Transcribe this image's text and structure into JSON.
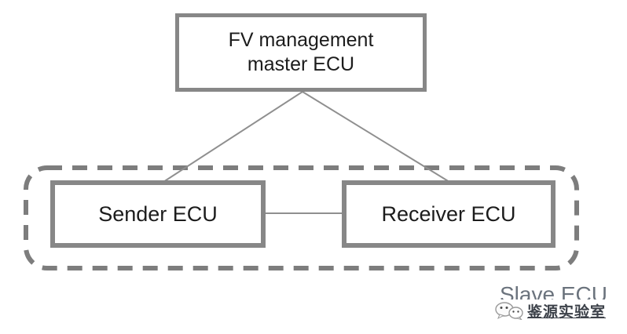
{
  "diagram": {
    "nodes": {
      "master": {
        "line1": "FV management",
        "line2": "master ECU"
      },
      "sender": {
        "label": "Sender ECU"
      },
      "receiver": {
        "label": "Receiver ECU"
      }
    },
    "group": {
      "label": "Slave ECU"
    },
    "watermark": {
      "text": "鉴源实验室",
      "icon": "wechat-icon"
    },
    "colors": {
      "box_border": "#878787",
      "connector_line": "#8f8f8f",
      "dashed_border": "#7d7d7d",
      "node_text": "#1c1c1c",
      "group_label_text": "#6b737d",
      "watermark_text": "#3c4149"
    }
  }
}
